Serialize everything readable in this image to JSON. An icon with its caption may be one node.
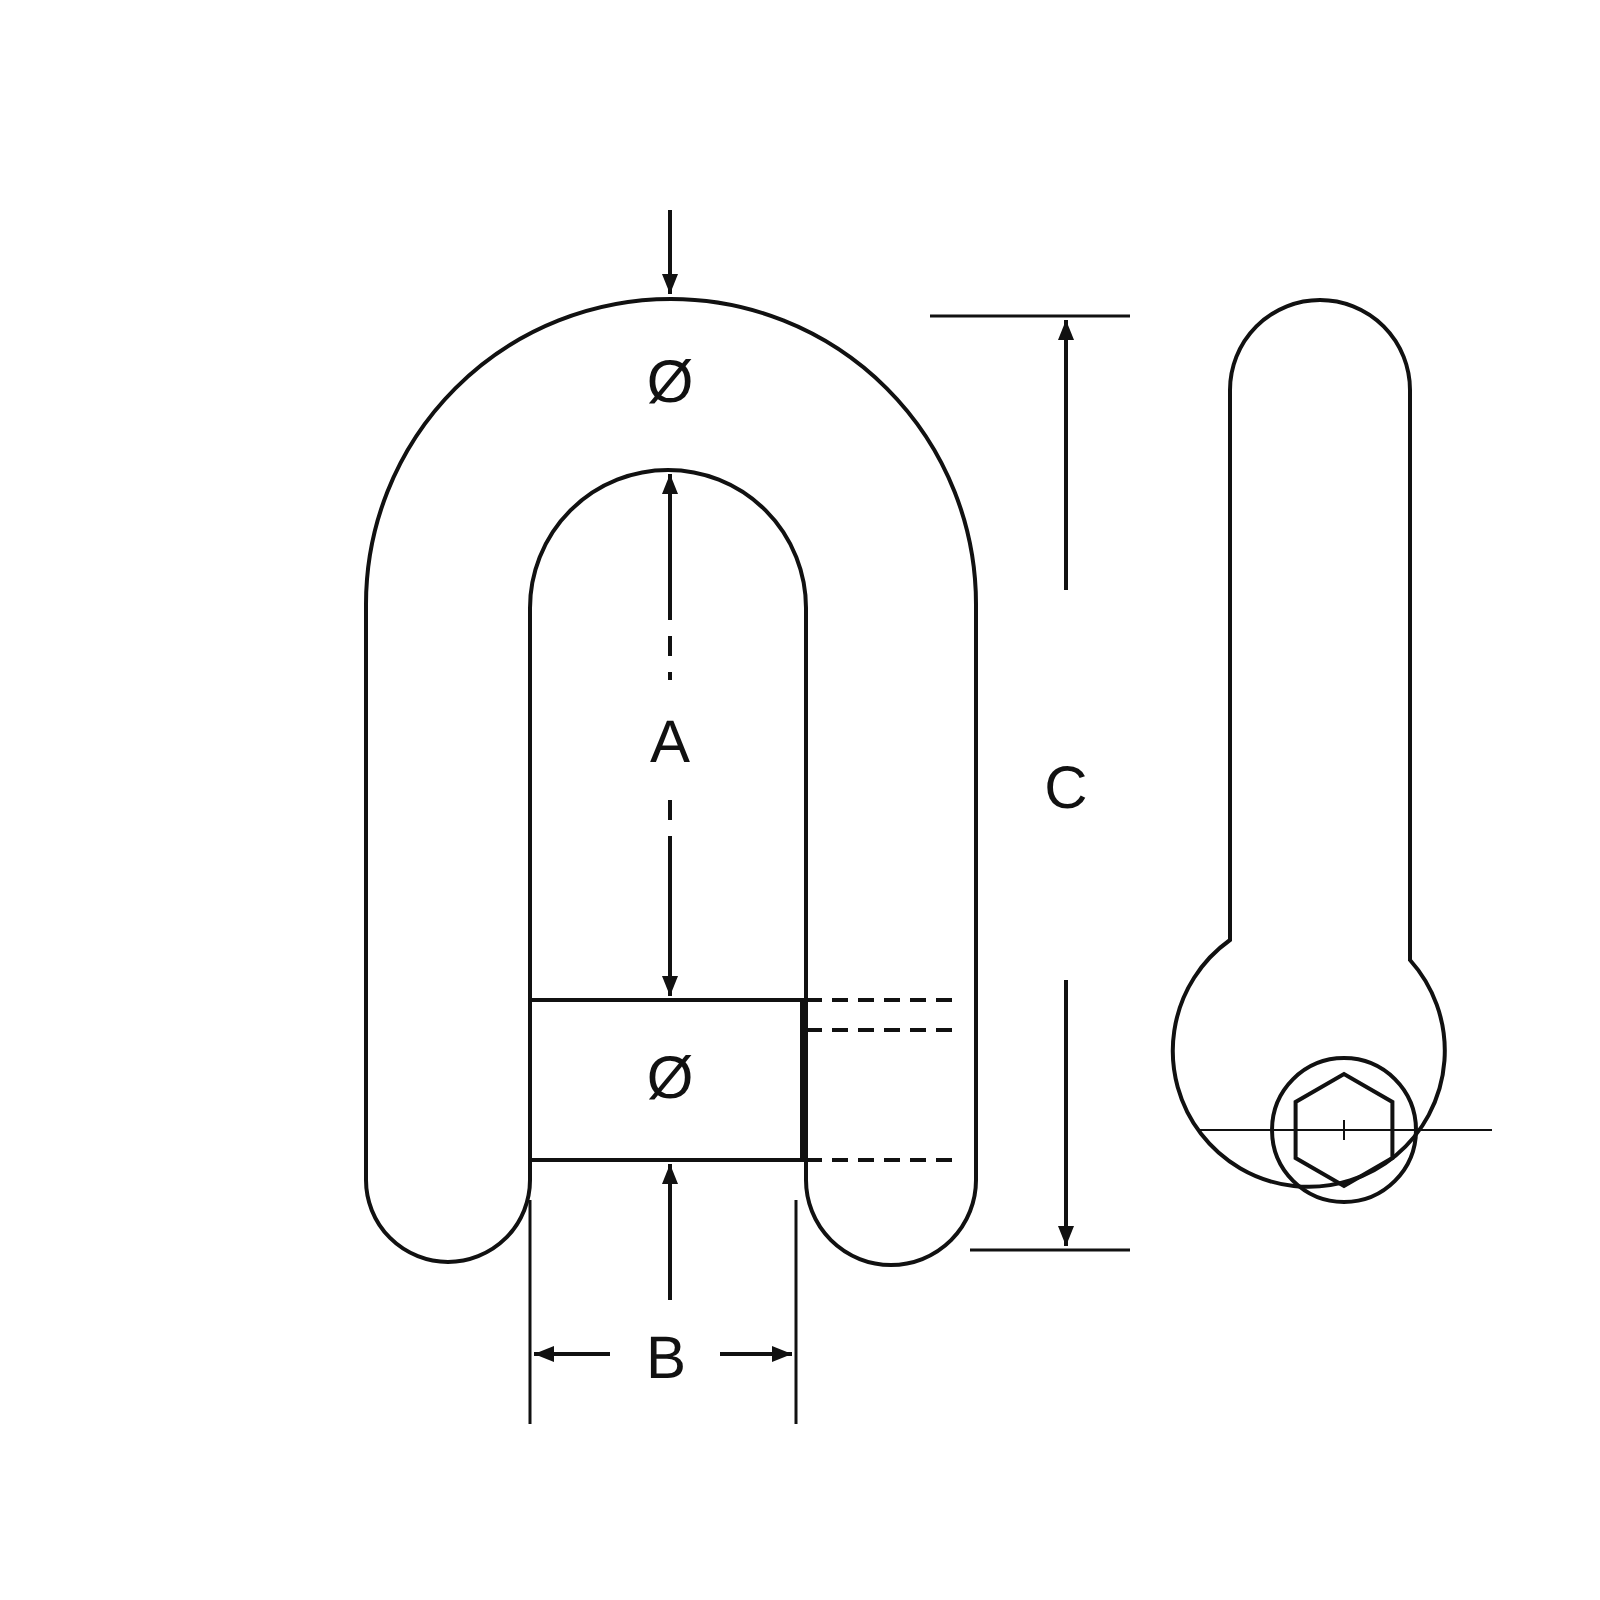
{
  "diagram": {
    "labels": [
      "Ø",
      "A",
      "C",
      "Ø",
      "B"
    ]
  }
}
